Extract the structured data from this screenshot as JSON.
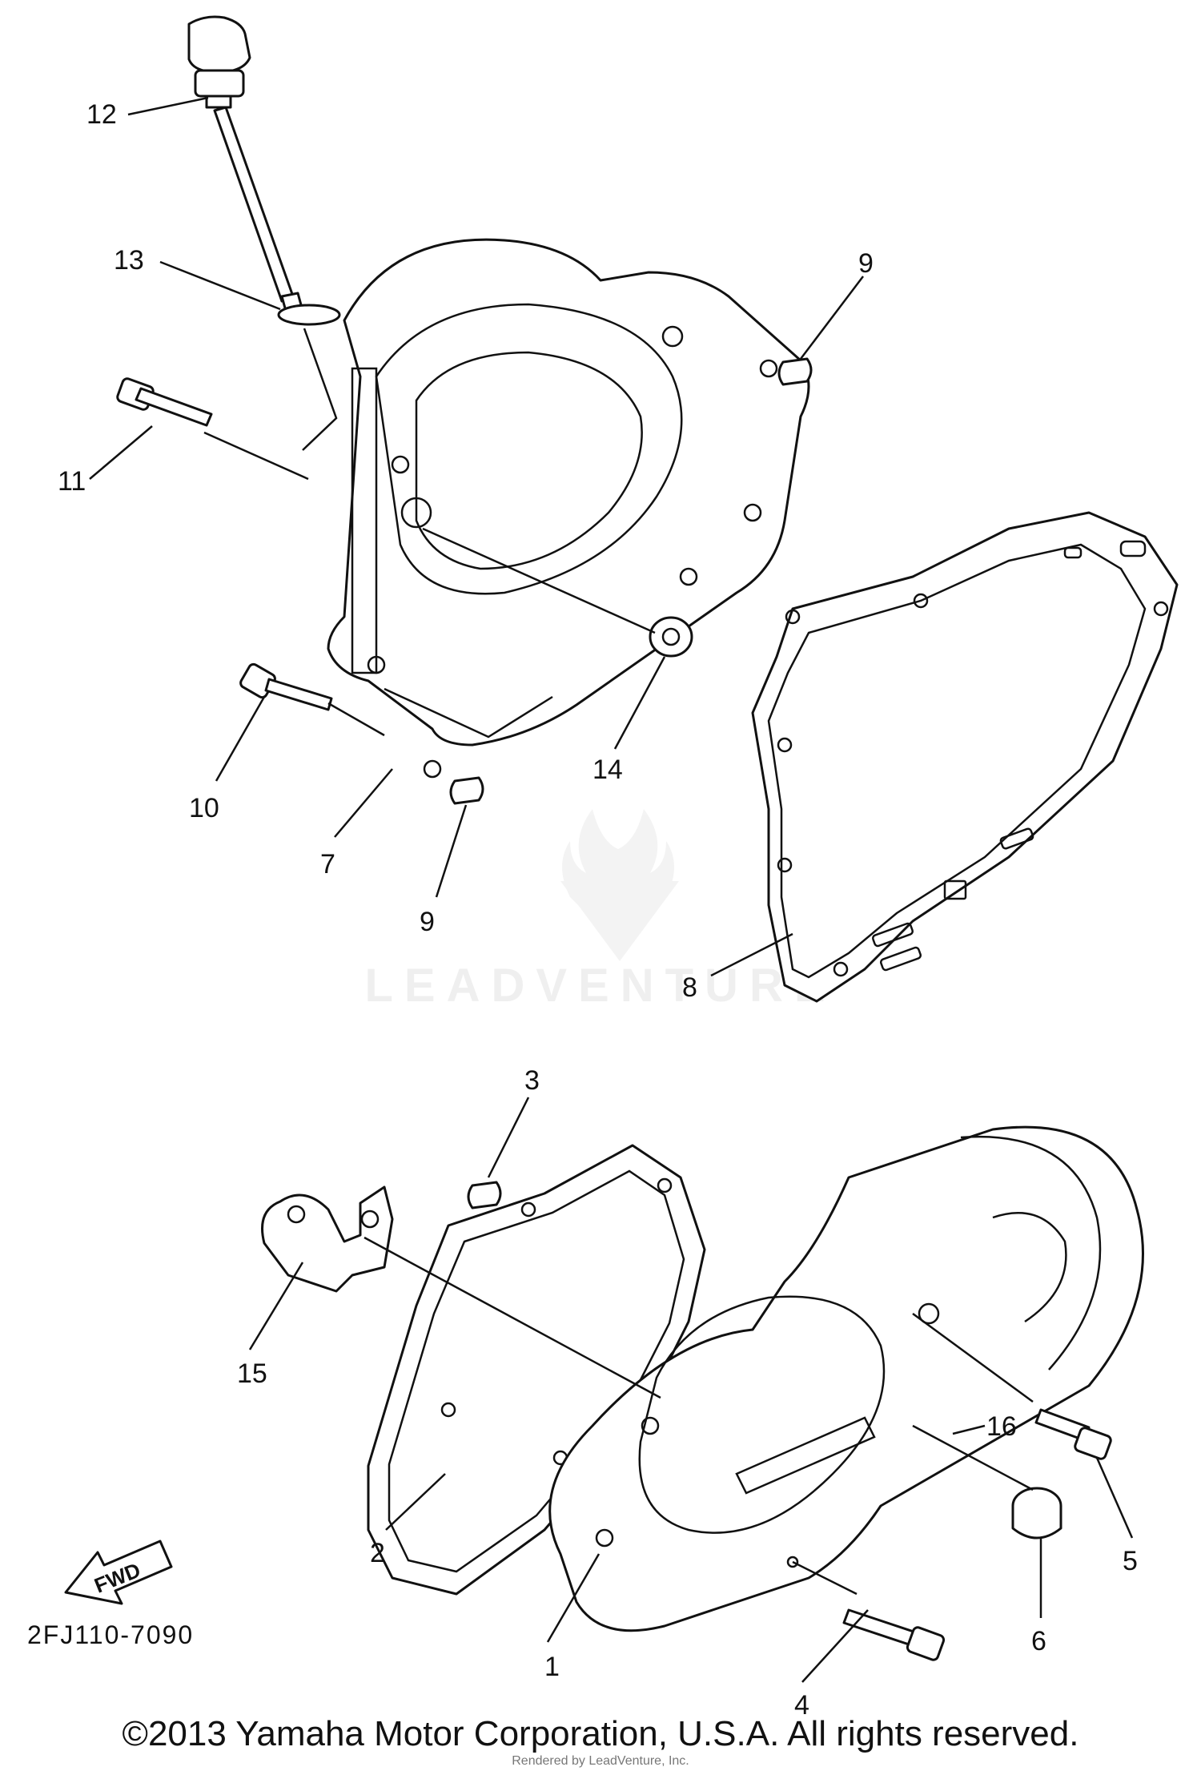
{
  "diagram": {
    "callouts": [
      {
        "id": "c12",
        "text": "12"
      },
      {
        "id": "c13",
        "text": "13"
      },
      {
        "id": "c11",
        "text": "11"
      },
      {
        "id": "c9a",
        "text": "9"
      },
      {
        "id": "c14",
        "text": "14"
      },
      {
        "id": "c10",
        "text": "10"
      },
      {
        "id": "c7",
        "text": "7"
      },
      {
        "id": "c9b",
        "text": "9"
      },
      {
        "id": "c8",
        "text": "8"
      },
      {
        "id": "c3",
        "text": "3"
      },
      {
        "id": "c15",
        "text": "15"
      },
      {
        "id": "c16",
        "text": "16"
      },
      {
        "id": "c2",
        "text": "2"
      },
      {
        "id": "c5",
        "text": "5"
      },
      {
        "id": "c6",
        "text": "6"
      },
      {
        "id": "c1",
        "text": "1"
      },
      {
        "id": "c4",
        "text": "4"
      }
    ],
    "fwd_label": "FWD",
    "diagram_code": "2FJ110-7090",
    "watermark": "LEADVENTURE"
  },
  "footer": {
    "copyright": "©2013 Yamaha Motor Corporation, U.S.A. All rights reserved.",
    "rendered_by": "Rendered by LeadVenture, Inc."
  }
}
